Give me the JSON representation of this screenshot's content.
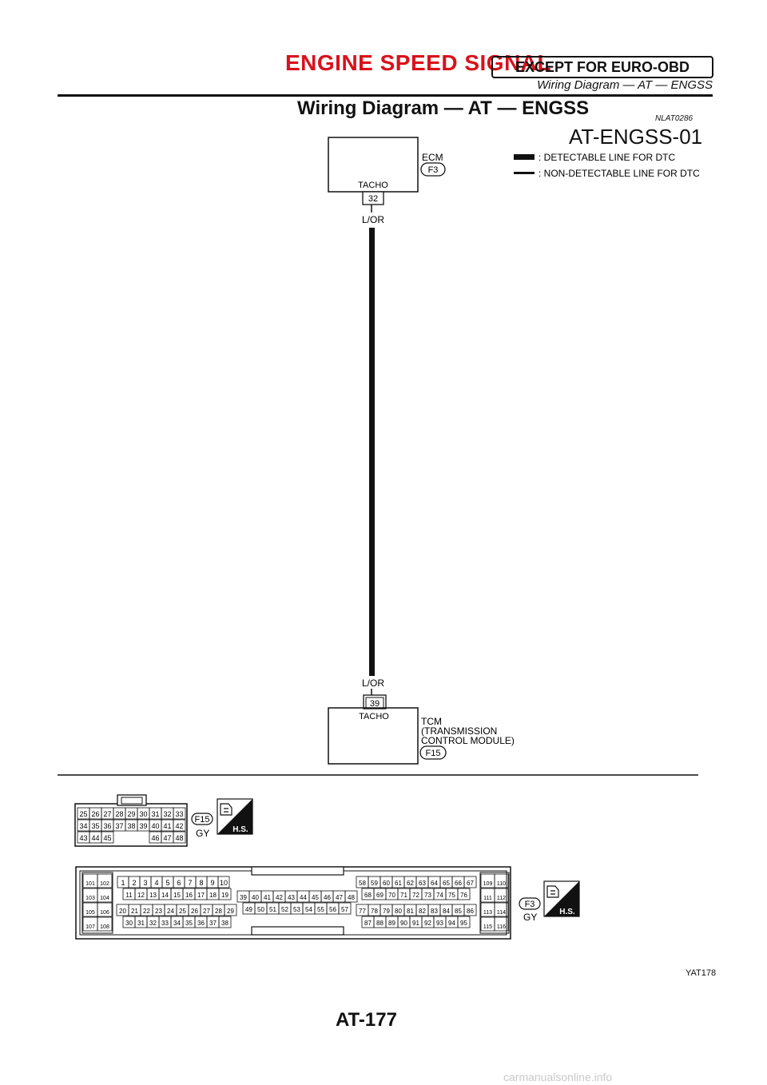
{
  "header": {
    "title": "ENGINE SPEED SIGNAL",
    "box_label": "EXCEPT FOR EURO-OBD",
    "subtitle": "Wiring Diagram — AT — ENGSS"
  },
  "section": {
    "title": "Wiring Diagram — AT — ENGSS",
    "ref_code": "NLAT0286",
    "diagram_code": "AT-ENGSS-01"
  },
  "legend": {
    "detectable": ": DETECTABLE LINE FOR DTC",
    "non_detectable": ": NON-DETECTABLE LINE FOR DTC"
  },
  "ecm": {
    "name": "ECM",
    "connector": "F3",
    "terminal_label": "TACHO",
    "terminal": "32"
  },
  "wire": {
    "color_top": "L/OR",
    "color_bottom": "L/OR"
  },
  "tcm": {
    "terminal": "39",
    "terminal_label": "TACHO",
    "name_lines": [
      "TCM",
      "(TRANSMISSION",
      "CONTROL MODULE)"
    ],
    "connector": "F15"
  },
  "connector_f15": {
    "id": "F15",
    "color": "GY",
    "hs": "H.S.",
    "rows": [
      [
        "25",
        "26",
        "27",
        "28",
        "29",
        "30",
        "31",
        "32",
        "33"
      ],
      [
        "34",
        "35",
        "36",
        "37",
        "38",
        "39",
        "40",
        "41",
        "42"
      ],
      [
        "43",
        "44",
        "45",
        "",
        "",
        "",
        "46",
        "47",
        "48"
      ]
    ]
  },
  "connector_f3": {
    "id": "F3",
    "color": "GY",
    "hs": "H.S.",
    "left_rows": [
      [
        "101",
        "102"
      ],
      [
        "103",
        "104"
      ],
      [
        "105",
        "106"
      ],
      [
        "107",
        "108"
      ]
    ],
    "block1_row1": [
      "1",
      "2",
      "3",
      "4",
      "5",
      "6",
      "7",
      "8",
      "9",
      "10"
    ],
    "block1_row2": [
      "11",
      "12",
      "13",
      "14",
      "15",
      "16",
      "17",
      "18",
      "19"
    ],
    "block1_row3": [
      "20",
      "21",
      "22",
      "23",
      "24",
      "25",
      "26",
      "27",
      "28",
      "29"
    ],
    "block1_row4": [
      "30",
      "31",
      "32",
      "33",
      "34",
      "35",
      "36",
      "37",
      "38"
    ],
    "block2_row1": [
      "39",
      "40",
      "41",
      "42",
      "43",
      "44",
      "45",
      "46",
      "47",
      "48"
    ],
    "block2_row2": [
      "49",
      "50",
      "51",
      "52",
      "53",
      "54",
      "55",
      "56",
      "57"
    ],
    "block3_row1": [
      "58",
      "59",
      "60",
      "61",
      "62",
      "63",
      "64",
      "65",
      "66",
      "67"
    ],
    "block3_row2": [
      "68",
      "69",
      "70",
      "71",
      "72",
      "73",
      "74",
      "75",
      "76"
    ],
    "block3_row3": [
      "77",
      "78",
      "79",
      "80",
      "81",
      "82",
      "83",
      "84",
      "85",
      "86"
    ],
    "block3_row4": [
      "87",
      "88",
      "89",
      "90",
      "91",
      "92",
      "93",
      "94",
      "95"
    ],
    "right_rows": [
      [
        "109",
        "110"
      ],
      [
        "111",
        "112"
      ],
      [
        "113",
        "114"
      ],
      [
        "115",
        "116"
      ]
    ]
  },
  "footer": {
    "figure_code": "YAT178",
    "page_number": "AT-177",
    "watermark": "carmanualsonline.info"
  }
}
